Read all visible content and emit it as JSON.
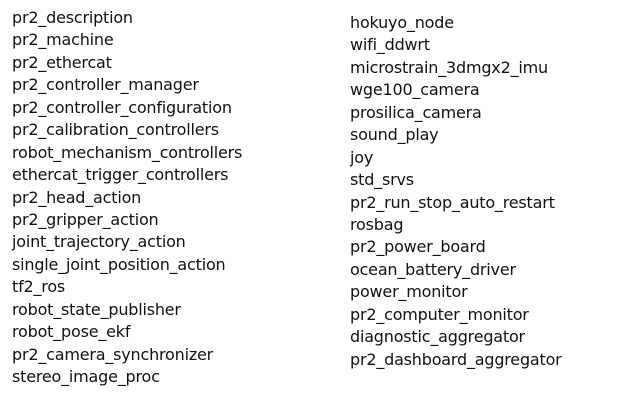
{
  "left_column": [
    "pr2_description",
    "pr2_machine",
    "pr2_ethercat",
    "pr2_controller_manager",
    "pr2_controller_configuration",
    "pr2_calibration_controllers",
    "robot_mechanism_controllers",
    "ethercat_trigger_controllers",
    "pr2_head_action",
    "pr2_gripper_action",
    "joint_trajectory_action",
    "single_joint_position_action",
    "tf2_ros",
    "robot_state_publisher",
    "robot_pose_ekf",
    "pr2_camera_synchronizer",
    "stereo_image_proc"
  ],
  "right_column": [
    "hokuyo_node",
    "wifi_ddwrt",
    "microstrain_3dmgx2_imu",
    "wge100_camera",
    "prosilica_camera",
    "sound_play",
    "joy",
    "std_srvs",
    "pr2_run_stop_auto_restart",
    "rosbag",
    "pr2_power_board",
    "ocean_battery_driver",
    "power_monitor",
    "pr2_computer_monitor",
    "diagnostic_aggregator",
    "pr2_dashboard_aggregator"
  ]
}
